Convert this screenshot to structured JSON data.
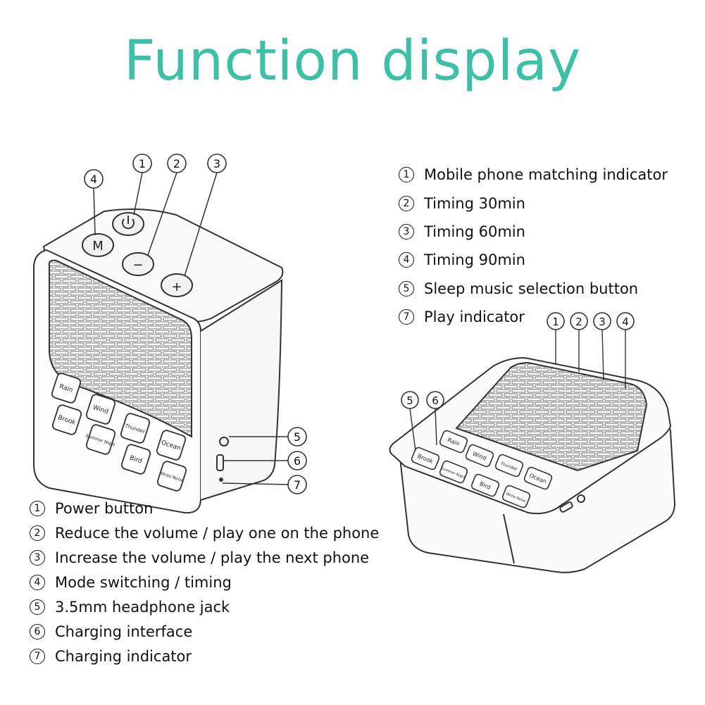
{
  "title": "Function display",
  "right_legend": [
    {
      "num": "1",
      "text": "Mobile phone matching indicator"
    },
    {
      "num": "2",
      "text": "Timing 30min"
    },
    {
      "num": "3",
      "text": "Timing 60min"
    },
    {
      "num": "4",
      "text": "Timing 90min"
    },
    {
      "num": "5",
      "text": "Sleep music selection button"
    },
    {
      "num": "7",
      "text": "Play indicator"
    }
  ],
  "left_legend": [
    {
      "num": "1",
      "text": "Power button"
    },
    {
      "num": "2",
      "text": "Reduce the volume / play one on the phone"
    },
    {
      "num": "3",
      "text": "Increase the volume / play the next phone"
    },
    {
      "num": "4",
      "text": "Mode switching / timing"
    },
    {
      "num": "5",
      "text": "3.5mm headphone jack"
    },
    {
      "num": "6",
      "text": "Charging interface"
    },
    {
      "num": "7",
      "text": "Charging indicator"
    }
  ],
  "front_device": {
    "top_buttons": {
      "mode": "M",
      "minus": "−",
      "plus": "+"
    },
    "sound_buttons": [
      "Rain",
      "Wind",
      "Brook",
      "Thunder",
      "Ocean",
      "Summer Night",
      "Bird",
      "White Noise"
    ],
    "callouts_top": [
      "1",
      "2",
      "3",
      "4"
    ],
    "callouts_side": [
      "5",
      "6",
      "7"
    ]
  },
  "back_device": {
    "sound_buttons": [
      "Rain",
      "Wind",
      "Brook",
      "Thunder",
      "Ocean",
      "Summer Night",
      "Bird",
      "White Noise"
    ],
    "callouts_top": [
      "1",
      "2",
      "3",
      "4"
    ],
    "callouts_side": [
      "5",
      "6"
    ]
  },
  "colors": {
    "title": "#3dbfa8",
    "line": "#333333"
  }
}
